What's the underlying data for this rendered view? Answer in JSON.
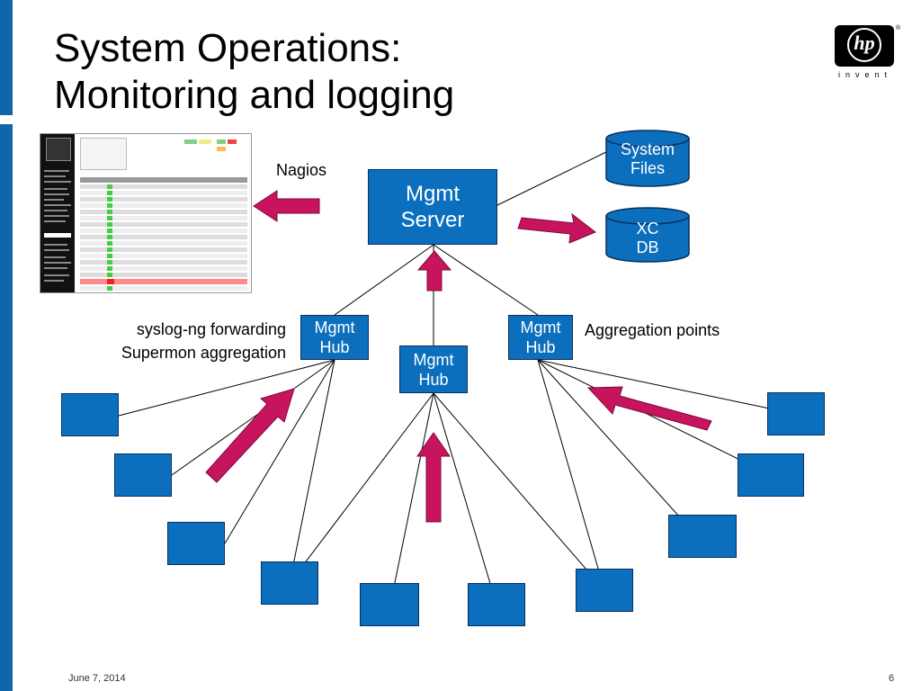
{
  "slide": {
    "title_line1": "System Operations:",
    "title_line2": "Monitoring and logging",
    "footer_date": "June 7, 2014",
    "page_number": "6"
  },
  "logo": {
    "mark": "hp",
    "tagline": "invent",
    "registered": "®"
  },
  "colors": {
    "box_fill": "#0b6fbe",
    "box_border": "#0a2f5c",
    "arrow_fill": "#c8145e",
    "sidebar": "#1166aa"
  },
  "nodes": {
    "mgmt_server": "Mgmt\nServer",
    "hub_left": "Mgmt\nHub",
    "hub_center": "Mgmt\nHub",
    "hub_right": "Mgmt\nHub",
    "system_files": "System\nFiles",
    "xc_db": "XC\nDB"
  },
  "labels": {
    "nagios": "Nagios",
    "left_hub_note": "syslog-ng forwarding\nSupermon aggregation",
    "aggregation": "Aggregation points"
  },
  "screenshot": {
    "subject": "Nagios service status details page",
    "icon": "screenshot-thumbnail"
  }
}
